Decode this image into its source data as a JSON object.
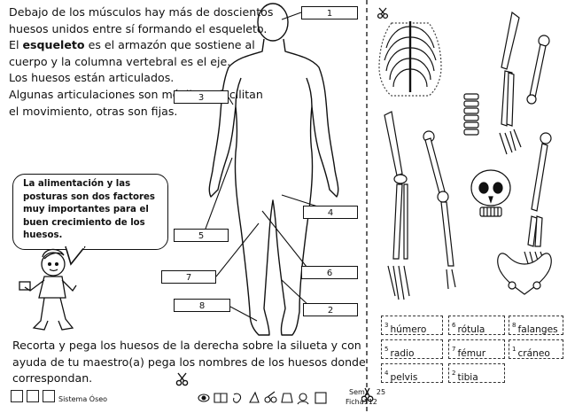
{
  "intro": [
    "Debajo de los músculos hay más de doscientos huesos unidos entre sí formando el esqueleto.",
    "El esqueleto es el armazón que sostiene al cuerpo y la columna vertebral es el eje.",
    "Los huesos están articulados.",
    "Algunas articulaciones son móviles y facilitan el movimiento, otras son fijas."
  ],
  "intro_bold_word": "esqueleto",
  "bubble_text": "La alimentación y las posturas son dos factores muy importantes para el buen crecimiento de los huesos.",
  "label_boxes": [
    "1",
    "3",
    "4",
    "5",
    "6",
    "7",
    "8",
    "2"
  ],
  "instruction": "Recorta y pega los huesos de la derecha sobre la silueta y con ayuda de tu maestro(a) pega los nombres de los huesos donde correspondan.",
  "cutouts": [
    {
      "num": "3",
      "name": "húmero"
    },
    {
      "num": "6",
      "name": "rótula"
    },
    {
      "num": "8",
      "name": "falanges"
    },
    {
      "num": "5",
      "name": "radio"
    },
    {
      "num": "7",
      "name": "fémur"
    },
    {
      "num": "1",
      "name": "cráneo"
    },
    {
      "num": "4",
      "name": "pelvis"
    },
    {
      "num": "2",
      "name": "tibia"
    }
  ],
  "footer": {
    "section": "Sistema Óseo",
    "sem_label": "Sem.",
    "sem_number": "25",
    "ficha_label": "Ficha",
    "ficha_number": "112"
  },
  "icons": [
    "scissors-icon",
    "skeleton-thumbnail-icon",
    "body-silhouette-icon"
  ]
}
